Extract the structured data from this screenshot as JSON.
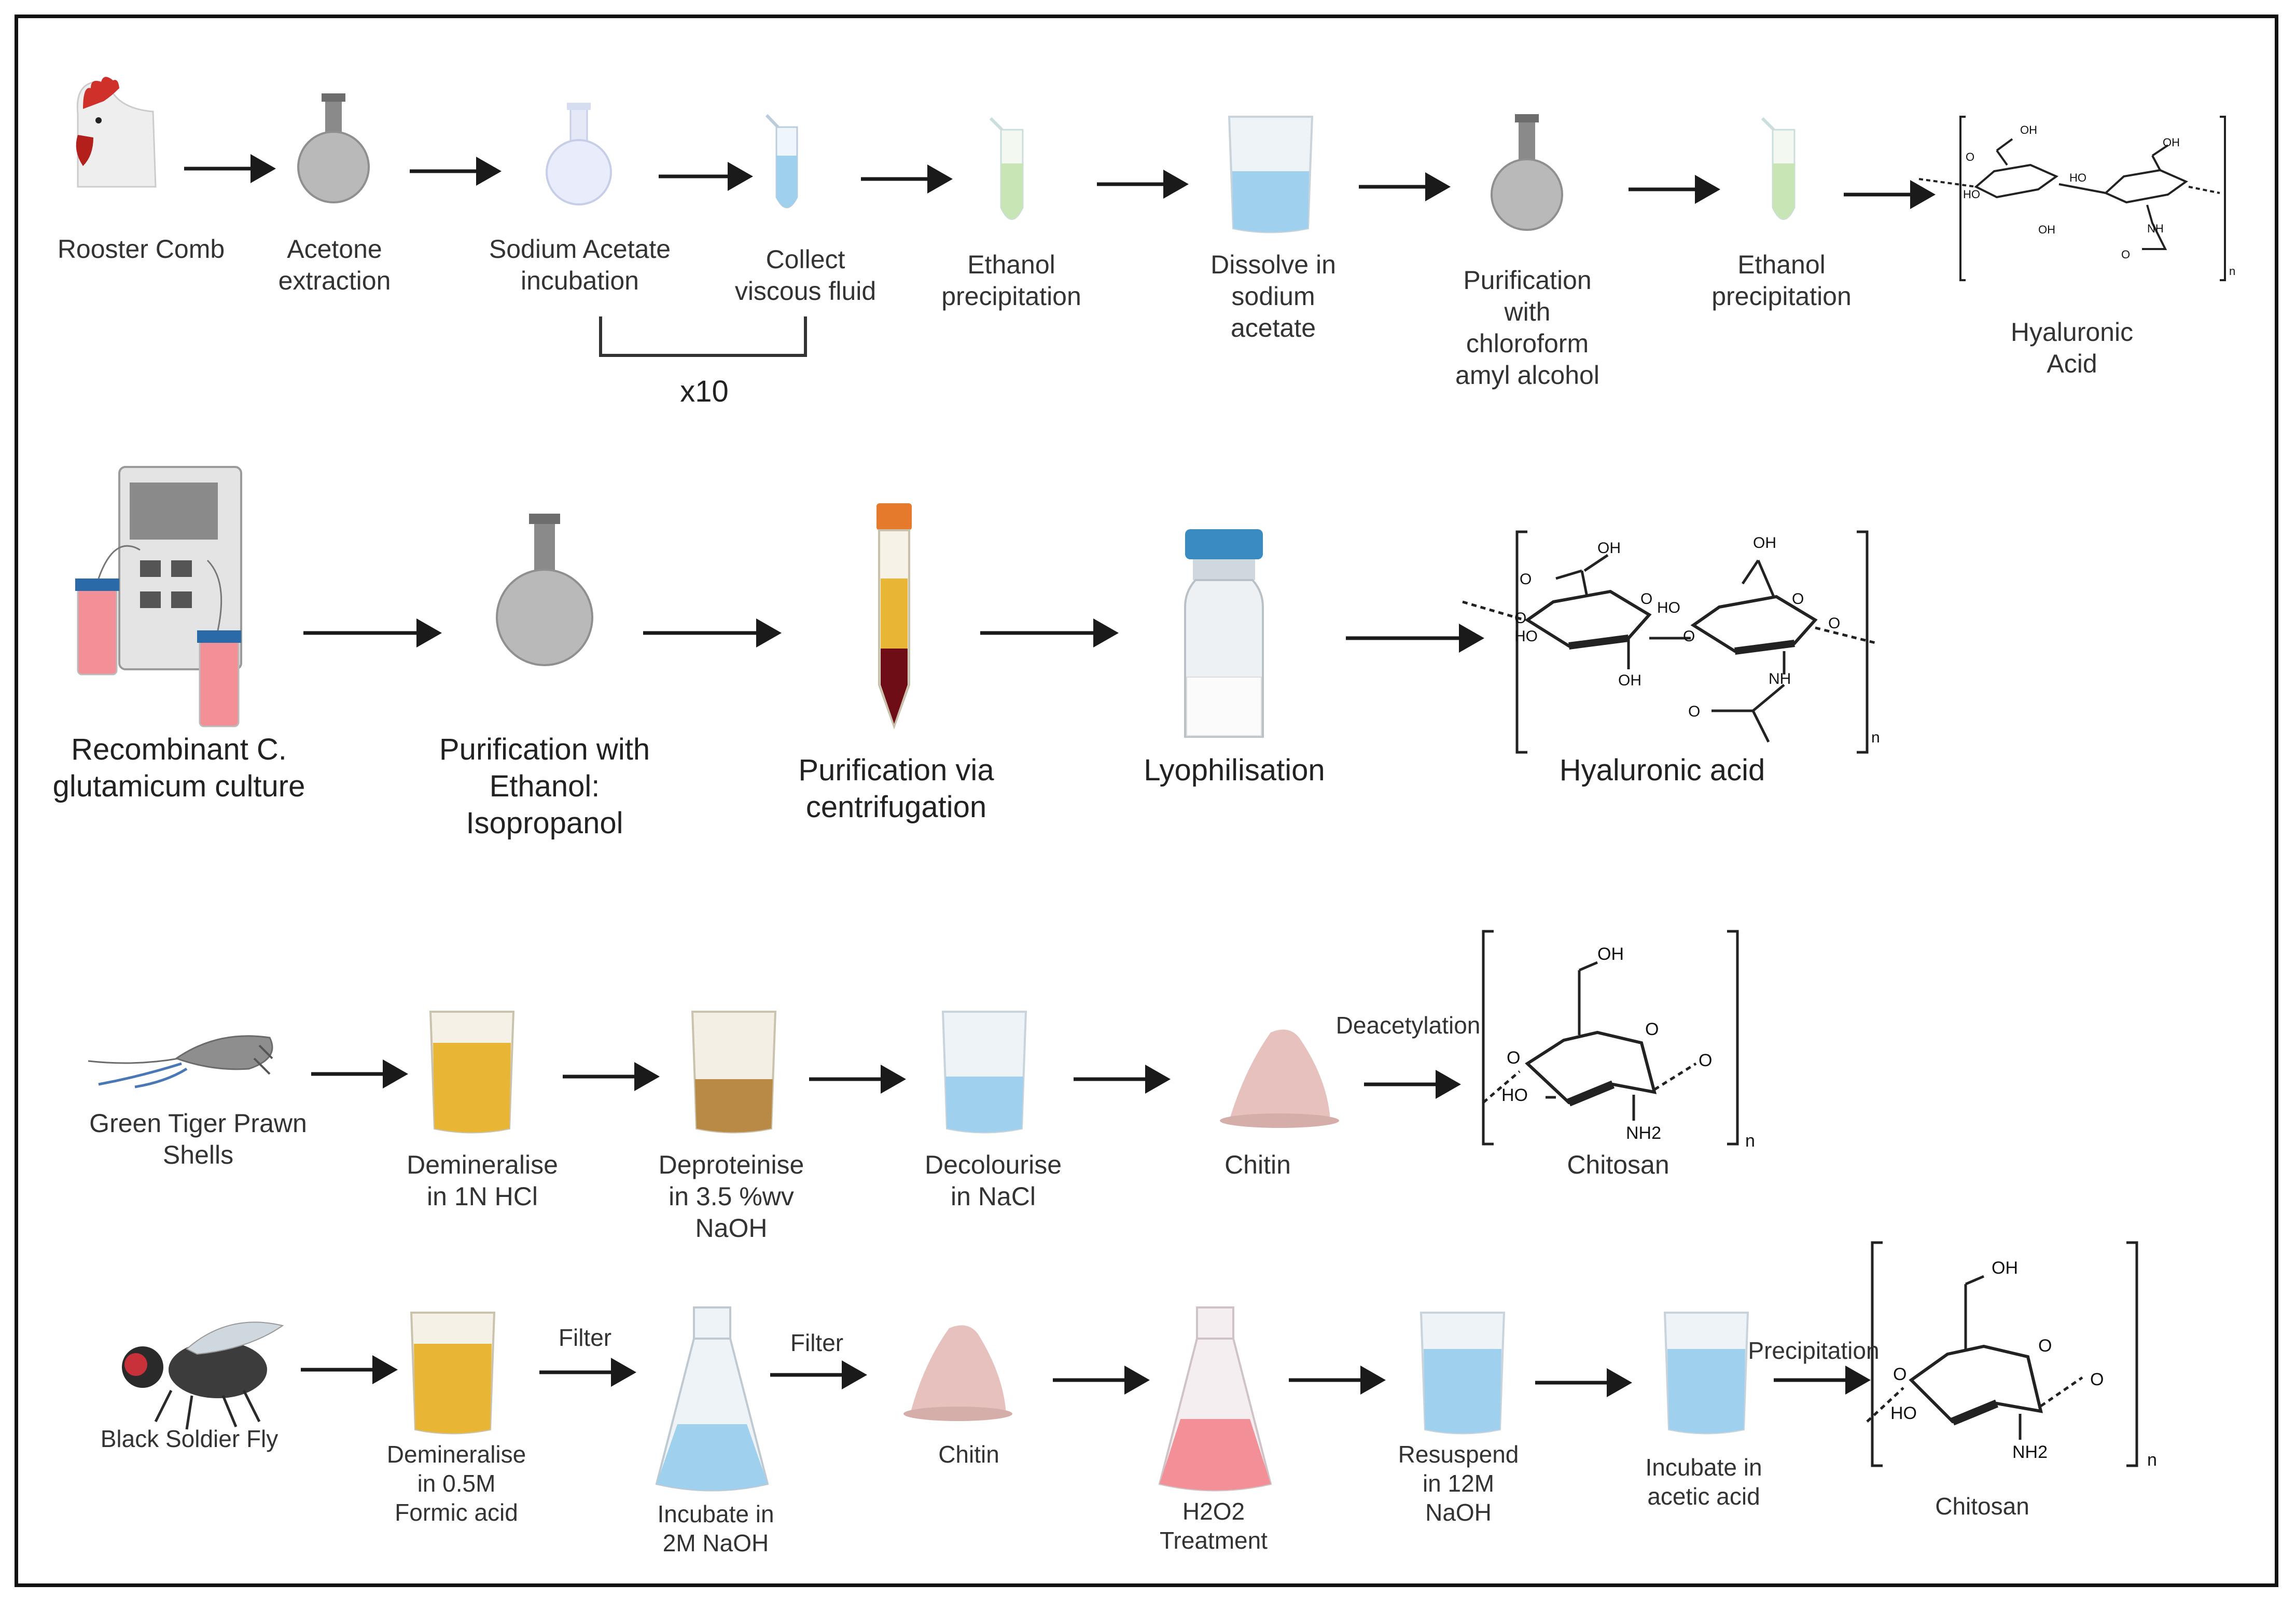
{
  "title": "",
  "rows": [
    {
      "labels": [
        "Rooster Comb",
        "Acetone extraction",
        "Sodium Acetate incubation",
        "Collect viscous fluid",
        "Ethanol precipitation",
        "Dissolve in sodium acetate",
        "Purification with chloroform amyl alcohol",
        "Ethanol precipitation",
        "Hyaluronic Acid"
      ],
      "repeat": "x10"
    },
    {
      "labels": [
        "Recombinant C. glutamicum culture",
        "Purification with Ethanol: Isopropanol",
        "Purification via centrifugation",
        "Lyophilisation",
        "Hyaluronic acid"
      ]
    },
    {
      "labels": [
        "Green Tiger Prawn Shells",
        "Demineralise in 1N HCl",
        "Deproteinise in 3.5 %wv NaOH",
        "Decolourise in NaCl",
        "Chitin",
        "Chitosan"
      ],
      "arrow_label": "Deacetylation"
    },
    {
      "labels": [
        "Black Soldier Fly",
        "Demineralise in 0.5M Formic acid",
        "Incubate in 2M NaOH",
        "Chitin",
        "H2O2 Treatment",
        "Resuspend in 12M NaOH",
        "Incubate in acetic acid",
        "Chitosan"
      ],
      "arrow_labels": [
        "Filter",
        "Filter",
        "Precipitation"
      ]
    }
  ],
  "chem": {
    "ha": {
      "oh": "OH",
      "ho": "HO",
      "o": "O",
      "nh": "NH",
      "n": "n"
    },
    "chitosan": {
      "oh": "OH",
      "ho": "HO",
      "o": "O",
      "nh2": "NH2",
      "n": "n"
    }
  },
  "colors": {
    "arrow": "#1a1a1a",
    "flask": "#b9b9b9",
    "liquid_blue": "#9fd0ee",
    "liquid_yellow": "#e8b634",
    "liquid_brown": "#b88a45",
    "liquid_green": "#c8e6b5",
    "liquid_pink": "#f28f97",
    "tube_red": "#6e0d16",
    "chitin": "#e6c1bd"
  }
}
